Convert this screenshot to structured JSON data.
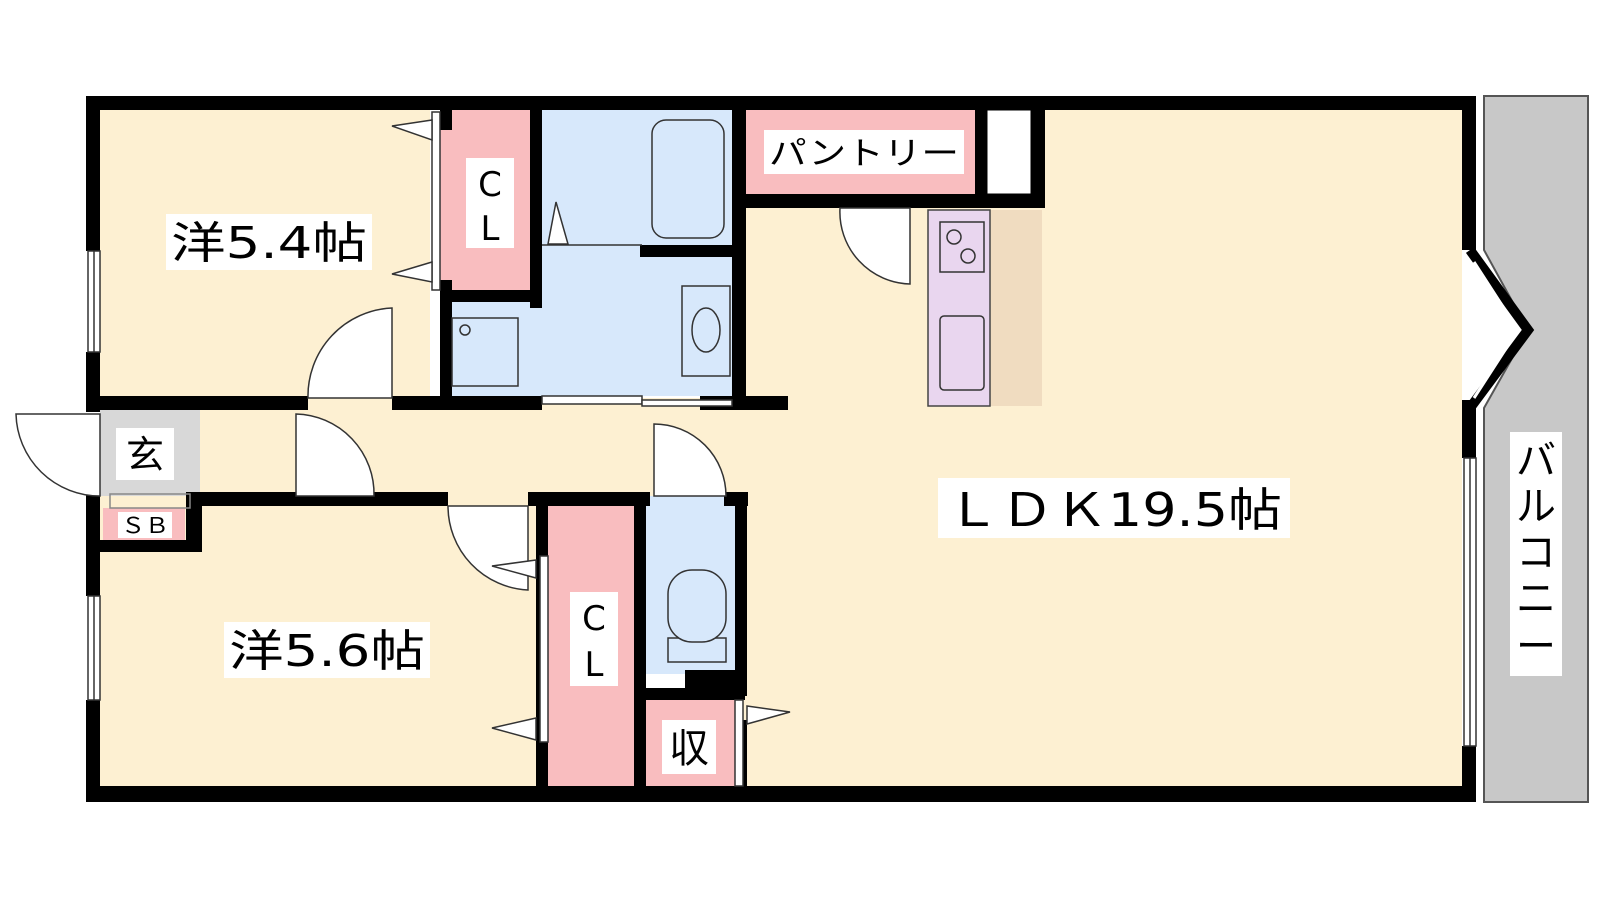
{
  "rooms": {
    "western_top": "洋5.4帖",
    "western_bottom": "洋5.6帖",
    "closet_top": [
      "C",
      "L"
    ],
    "closet_bottom": [
      "C",
      "L"
    ],
    "pantry": "パントリー",
    "entrance": "玄",
    "shoe_box": "ＳＢ",
    "storage": "収",
    "ldk": "ＬＤＫ19.5帖",
    "balcony": [
      "バ",
      "ル",
      "コ",
      "ニ",
      "ー"
    ]
  },
  "colors": {
    "room_floor": "#fdf0d2",
    "closet": "#f9bdbf",
    "wet_area": "#d7e8fb",
    "kitchen_counter": "#e9d6ef",
    "kitchen_floor": "#f0dcc0",
    "balcony": "#c8c8c8",
    "entrance": "#d8d8d8",
    "wall": "#000000"
  }
}
